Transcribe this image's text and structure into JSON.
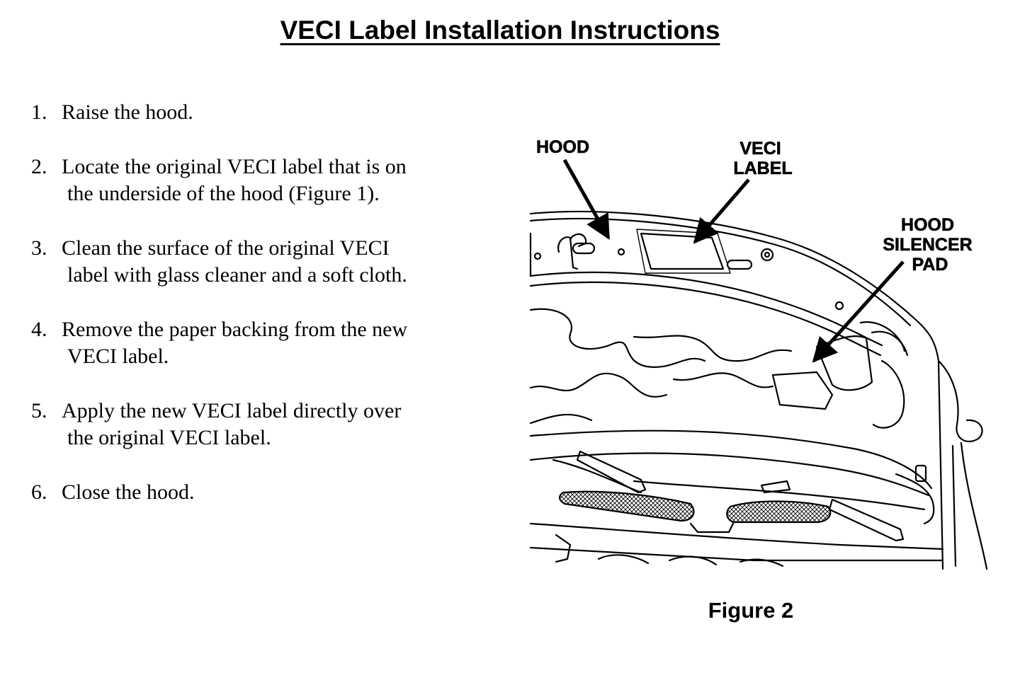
{
  "title": "VECI Label Installation Instructions",
  "steps": [
    {
      "number": "1.",
      "lines": [
        "Raise the hood."
      ]
    },
    {
      "number": "2.",
      "lines": [
        "Locate the original VECI label that is on",
        "the underside of the hood (Figure 1)."
      ]
    },
    {
      "number": "3.",
      "lines": [
        "Clean the surface of the original VECI",
        "label with glass cleaner and a soft cloth."
      ]
    },
    {
      "number": "4.",
      "lines": [
        "Remove the paper backing from the new",
        "VECI label."
      ]
    },
    {
      "number": "5.",
      "lines": [
        "Apply the new VECI label directly over",
        "the original VECI label."
      ]
    },
    {
      "number": "6.",
      "lines": [
        "Close the hood."
      ]
    }
  ],
  "figure": {
    "callouts": {
      "hood": "HOOD",
      "veci_label": [
        "VECI",
        "LABEL"
      ],
      "hood_silencer_pad": [
        "HOOD",
        "SILENCER",
        "PAD"
      ]
    },
    "caption": "Figure 2"
  }
}
